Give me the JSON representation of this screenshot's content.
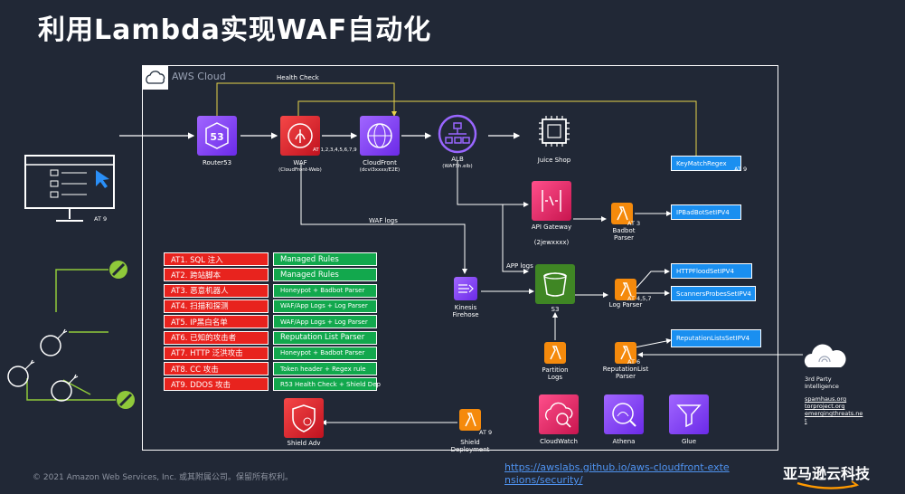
{
  "title": "利用Lambda实现WAF自动化",
  "cloud": {
    "label": "AWS Cloud"
  },
  "edges": {
    "health_check": "Health Check",
    "waf_logs": "WAF logs",
    "app_logs": "APP logs"
  },
  "client": {
    "tag": "AT 9"
  },
  "services": {
    "route53": {
      "label": "Router53"
    },
    "waf": {
      "label": "WAF",
      "sub": "(CloudFront-Web)",
      "tag": "AT 1,2,3,4,5,6,7,9"
    },
    "cloudfront": {
      "label": "CloudFront",
      "sub": "(dcvi3xxxx/E2E)"
    },
    "alb": {
      "label": "ALB",
      "sub": "(WAFSh.elb)"
    },
    "juice_shop": {
      "label": "Juice Shop"
    },
    "api_gateway": {
      "label": "API Gateway",
      "sub": "(2jewxxxx)"
    },
    "badbot_parser": {
      "label": "Badbot Parser",
      "tag": "AT 3"
    },
    "s3": {
      "label": "S3"
    },
    "log_parser": {
      "label": "Log Parser",
      "tag": "AT 4,5,7"
    },
    "kinesis": {
      "label": "Kinesis Firehose"
    },
    "partition_logs": {
      "label": "Partition Logs"
    },
    "reputation_parser": {
      "label": "ReputationList Parser",
      "tag": "AT 6"
    },
    "shield_adv": {
      "label": "Shield Adv"
    },
    "shield_deployment": {
      "label": "Shield Deployment",
      "tag": "AT 9"
    },
    "cloudwatch": {
      "label": "CloudWatch"
    },
    "athena": {
      "label": "Athena"
    },
    "glue": {
      "label": "Glue"
    },
    "threat_intel": {
      "label": "3rd Party Intelligence",
      "sources": [
        "spamhaus.org",
        "torproject.org",
        "emergingthreats.net"
      ]
    }
  },
  "ipsets": {
    "keymatch": {
      "label": "KeyMatchRegex",
      "tag": "AT 9"
    },
    "badbot": {
      "label": "IPBadBotSetIPV4"
    },
    "httpflood": {
      "label": "HTTPFloodSetIPV4"
    },
    "scanners": {
      "label": "ScannersProbesSetIPV4"
    },
    "reputation": {
      "label": "ReputationListsSetIPV4"
    }
  },
  "attacks": [
    {
      "id": "AT1. SQL 注入",
      "rule": "Managed Rules"
    },
    {
      "id": "AT2. 跨站脚本",
      "rule": "Managed Rules"
    },
    {
      "id": "AT3. 恶意机器人",
      "rule": "Honeypot + Badbot Parser"
    },
    {
      "id": "AT4. 扫描和探测",
      "rule": "WAF/App Logs + Log Parser"
    },
    {
      "id": "AT5. IP黑白名单",
      "rule": "WAF/App Logs + Log Parser"
    },
    {
      "id": "AT6. 已知的攻击者",
      "rule": "Reputation List Parser"
    },
    {
      "id": "AT7. HTTP 泛洪攻击",
      "rule": "Honeypot + Badbot Parser"
    },
    {
      "id": "AT8. CC 攻击",
      "rule": "Token header + Regex rule"
    },
    {
      "id": "AT9. DDOS 攻击",
      "rule": "R53 Health Check + Shield Dep"
    }
  ],
  "footer": "© 2021 Amazon Web Services, Inc. 或其附属公司。保留所有权利。",
  "link": "https://awslabs.github.io/aws-cloudfront-extensions/security/",
  "brand": "亚马逊云科技"
}
